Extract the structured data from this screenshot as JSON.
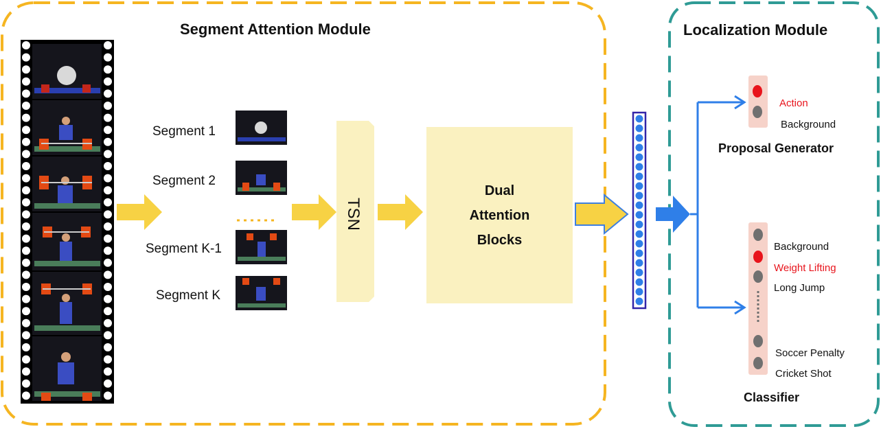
{
  "modules": {
    "segment_attention": "Segment Attention Module",
    "localization": "Localization Module"
  },
  "segments": [
    "Segment 1",
    "Segment 2",
    "Segment K-1",
    "Segment K"
  ],
  "tsn_label": "TSN",
  "dual_attention": [
    "Dual",
    "Attention",
    "Blocks"
  ],
  "proposal": {
    "title": "Proposal Generator",
    "items": [
      "Action",
      "Background"
    ]
  },
  "classifier": {
    "title": "Classifier",
    "items": [
      "Background",
      "Weight Lifting",
      "Long Jump",
      "Soccer Penalty",
      "Cricket Shot"
    ]
  },
  "colors": {
    "module_border_orange": "#f5b521",
    "module_border_teal": "#2f9b95",
    "arrow_yellow": "#f7d244",
    "block_fill": "#faf1c0",
    "blue": "#2f7fe8",
    "highlight_red": "#e8141c",
    "classifier_fill": "#f6d2c9"
  }
}
